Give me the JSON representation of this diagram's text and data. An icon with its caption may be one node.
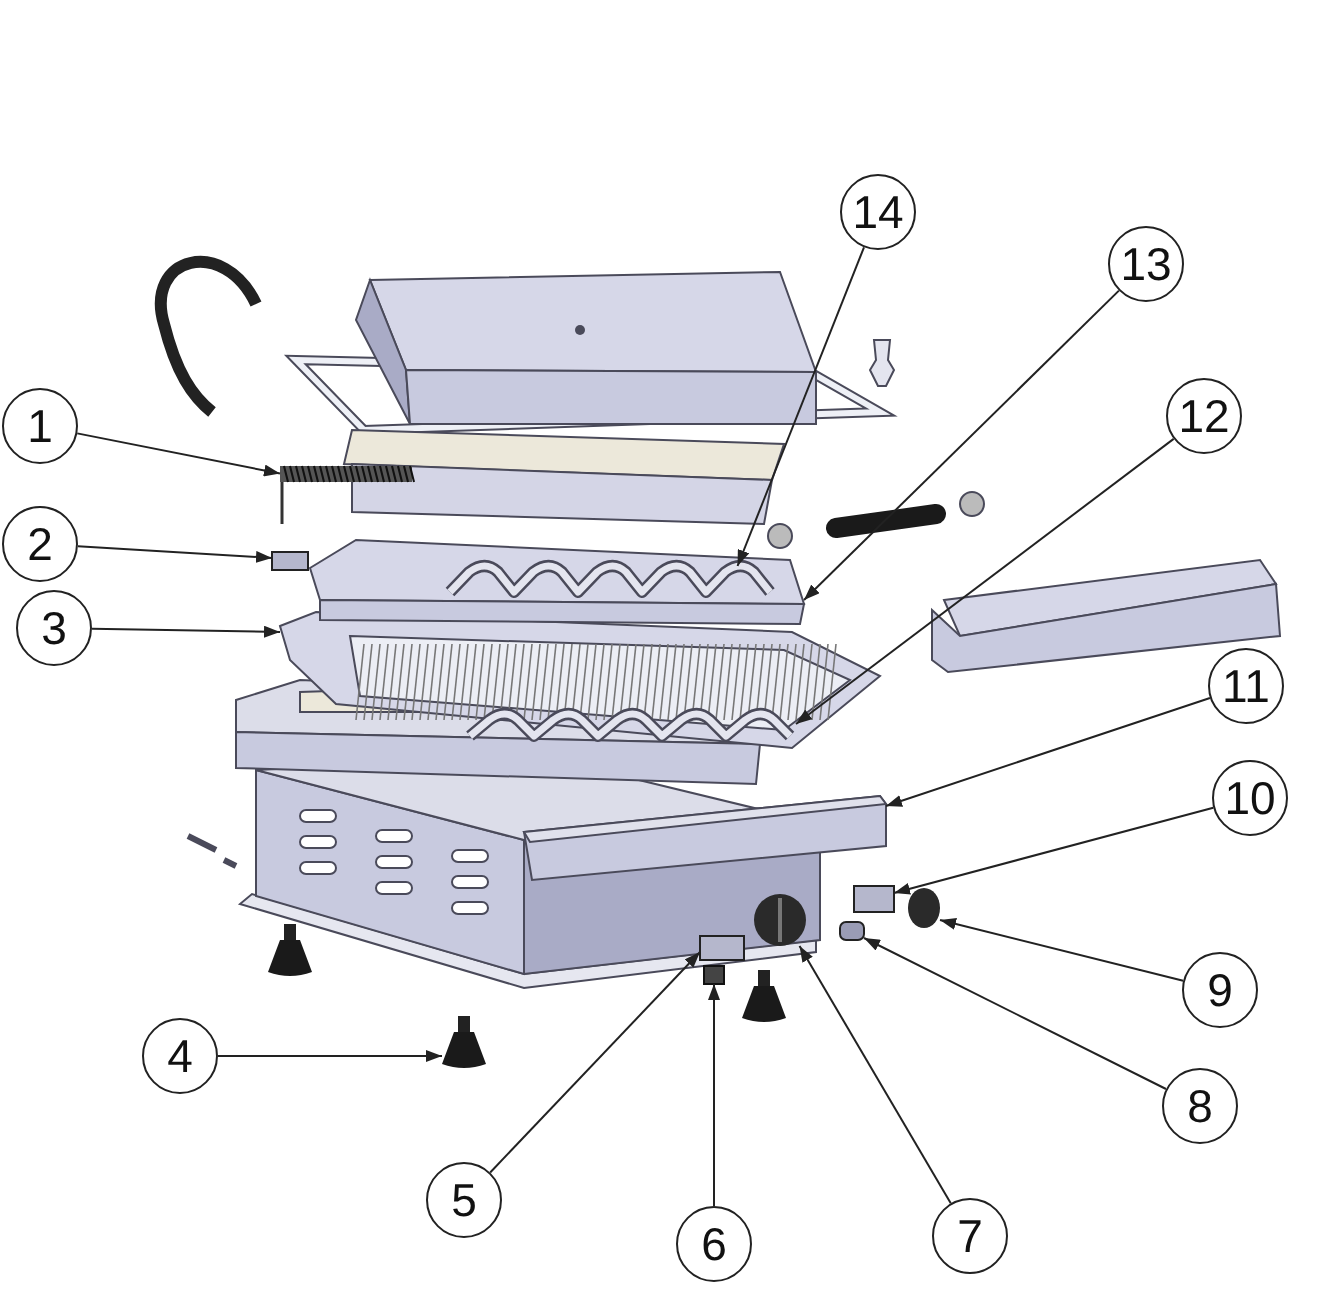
{
  "diagram": {
    "nodes": [
      {
        "text": [
          "1"
        ]
      },
      {
        "text": [
          "2"
        ]
      },
      {
        "text": [
          "3"
        ]
      },
      {
        "text": [
          "4"
        ]
      },
      {
        "text": [
          "5"
        ]
      },
      {
        "text": [
          "6"
        ]
      },
      {
        "text": [
          "7"
        ]
      },
      {
        "text": [
          "8"
        ]
      },
      {
        "text": [
          "9"
        ]
      },
      {
        "text": [
          "10"
        ]
      },
      {
        "text": [
          "11"
        ]
      },
      {
        "text": [
          "12"
        ]
      },
      {
        "text": [
          "13"
        ]
      },
      {
        "text": [
          "14"
        ]
      },
      {
        "text": [],
        "shape": "picture"
      },
      {
        "text": [],
        "shape": "box"
      },
      {
        "text": [],
        "shape": "picture"
      },
      {
        "text": [],
        "shape": "picture"
      },
      {
        "text": [],
        "shape": "box"
      },
      {
        "text": [],
        "shape": "picture"
      },
      {
        "text": [],
        "shape": "picture"
      },
      {
        "text": [],
        "shape": "cylinder"
      },
      {
        "text": [],
        "shape": "circle"
      },
      {
        "text": [],
        "shape": "box"
      },
      {
        "text": [],
        "shape": "picture"
      },
      {
        "text": [],
        "shape": "picture",
        "in": 16
      },
      {
        "text": [],
        "shape": "picture"
      },
      {
        "text": [],
        "shape": "picture",
        "in": 26
      },
      {
        "text": [],
        "shape": "picture"
      },
      {
        "text": [],
        "shape": "picture"
      },
      {
        "text": [],
        "shape": "picture"
      }
    ],
    "edges": [
      {
        "from": 0,
        "to": 14,
        "arrow": "to"
      },
      {
        "from": 1,
        "to": 15,
        "arrow": "to"
      },
      {
        "from": 2,
        "to": 16,
        "arrow": "to"
      },
      {
        "from": 3,
        "to": 17,
        "arrow": "to"
      },
      {
        "from": 4,
        "to": 18,
        "arrow": "to"
      },
      {
        "from": 5,
        "to": 19,
        "arrow": "to"
      },
      {
        "from": 6,
        "to": 20,
        "arrow": "to"
      },
      {
        "from": 7,
        "to": 21,
        "arrow": "to"
      },
      {
        "from": 8,
        "to": 22,
        "arrow": "to"
      },
      {
        "from": 9,
        "to": 23,
        "arrow": "to"
      },
      {
        "from": 10,
        "to": 24,
        "arrow": "to"
      },
      {
        "from": 11,
        "to": 25,
        "arrow": "to"
      },
      {
        "from": 12,
        "to": 26,
        "arrow": "to"
      },
      {
        "from": 13,
        "to": 27,
        "arrow": "to"
      }
    ]
  }
}
